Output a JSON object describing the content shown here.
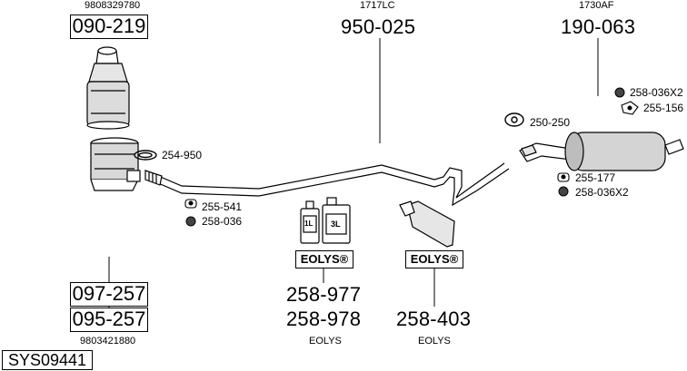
{
  "system_code": "SYS09441",
  "brands": {
    "eolys": "EOLYS®"
  },
  "can_labels": {
    "one": "1L",
    "three": "3L"
  },
  "refs": {
    "ref_top_left": "9808329780",
    "ref_top_mid": "1717LC",
    "ref_top_right": "1730AF",
    "ref_bottom_left": "9803421880"
  },
  "parts": {
    "p090_219": "090-219",
    "p950_025": "950-025",
    "p190_063": "190-063",
    "p097_257": "097-257",
    "p095_257": "095-257",
    "p258_977": "258-977",
    "p258_978": "258-978",
    "p258_403": "258-403"
  },
  "small_parts": {
    "s254_950": "254-950",
    "s255_541": "255-541",
    "s258_036": "258-036",
    "s258_036x2_top": "258-036X2",
    "s255_156": "255-156",
    "s250_250": "250-250",
    "s255_177": "255-177",
    "s258_036x2_bottom": "258-036X2"
  },
  "captions": {
    "eolys_left": "EOLYS",
    "eolys_right": "EOLYS"
  }
}
